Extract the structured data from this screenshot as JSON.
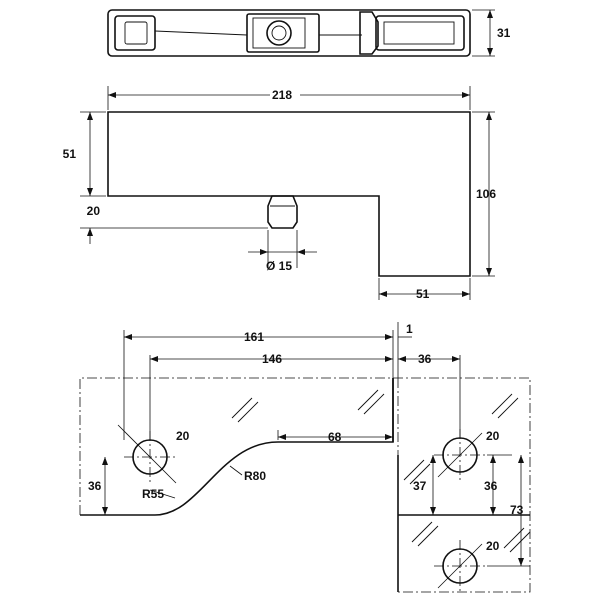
{
  "top_view": {
    "dim_height": "31"
  },
  "front_view": {
    "dim_width": "218",
    "dim_top_height": "51",
    "dim_gap": "20",
    "dim_total_height": "106",
    "dim_foot_width": "51",
    "dim_pin_diameter": "Ø 15"
  },
  "cutout_view": {
    "dim_161": "161",
    "dim_1": "1",
    "dim_146": "146",
    "dim_36_top": "36",
    "dim_68": "68",
    "dim_hole_left": "20",
    "dim_hole_right_top": "20",
    "dim_hole_right_bottom": "20",
    "dim_36_left": "36",
    "dim_r55": "R55",
    "dim_r80": "R80",
    "dim_37": "37",
    "dim_36_right": "36",
    "dim_73": "73"
  }
}
